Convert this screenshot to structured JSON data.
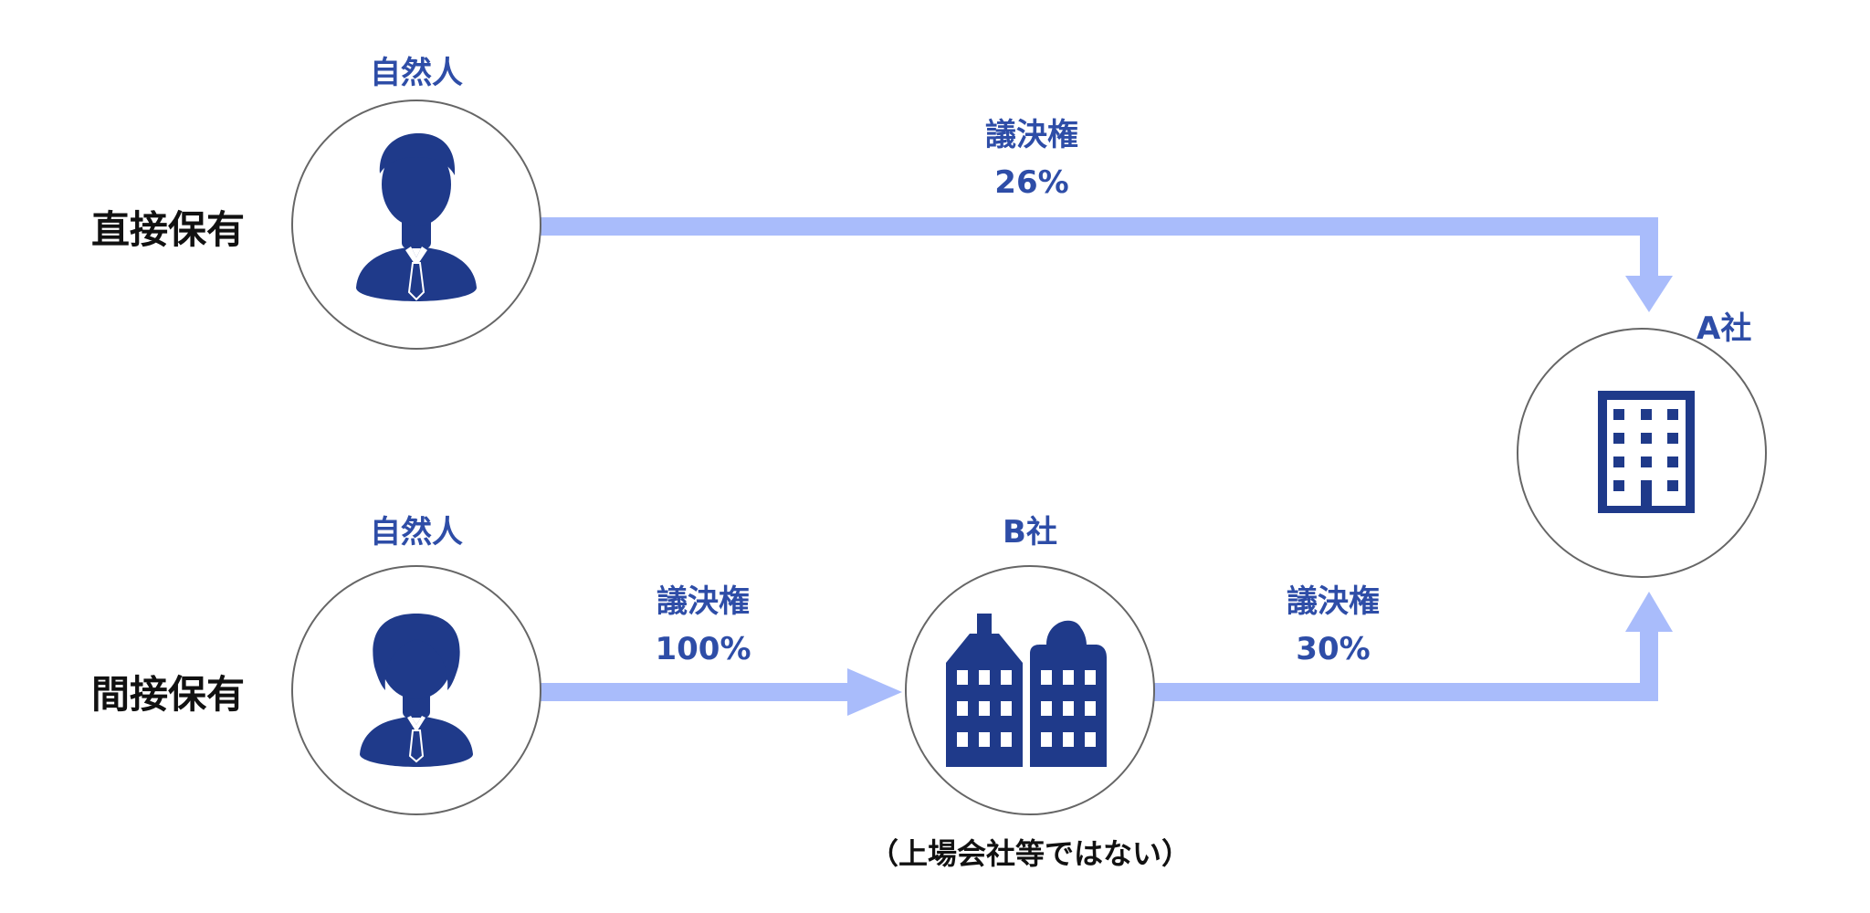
{
  "rows": {
    "direct": "直接保有",
    "indirect": "間接保有"
  },
  "nodes": {
    "person_top": {
      "label": "自然人",
      "icon": "man-icon"
    },
    "person_bottom": {
      "label": "自然人",
      "icon": "woman-icon"
    },
    "company_a": {
      "label": "A社",
      "icon": "building-icon"
    },
    "company_b": {
      "label": "B社",
      "icon": "buildings-icon",
      "note": "（上場会社等ではない）"
    }
  },
  "edges": {
    "top_to_a": {
      "label": "議決権",
      "value": "26%"
    },
    "bottom_to_b": {
      "label": "議決権",
      "value": "100%"
    },
    "b_to_a": {
      "label": "議決権",
      "value": "30%"
    }
  },
  "colors": {
    "accent": "#2E4DA7",
    "arrow": "#A9BCFB",
    "circle_stroke": "#666666",
    "icon": "#1F3A8A"
  }
}
